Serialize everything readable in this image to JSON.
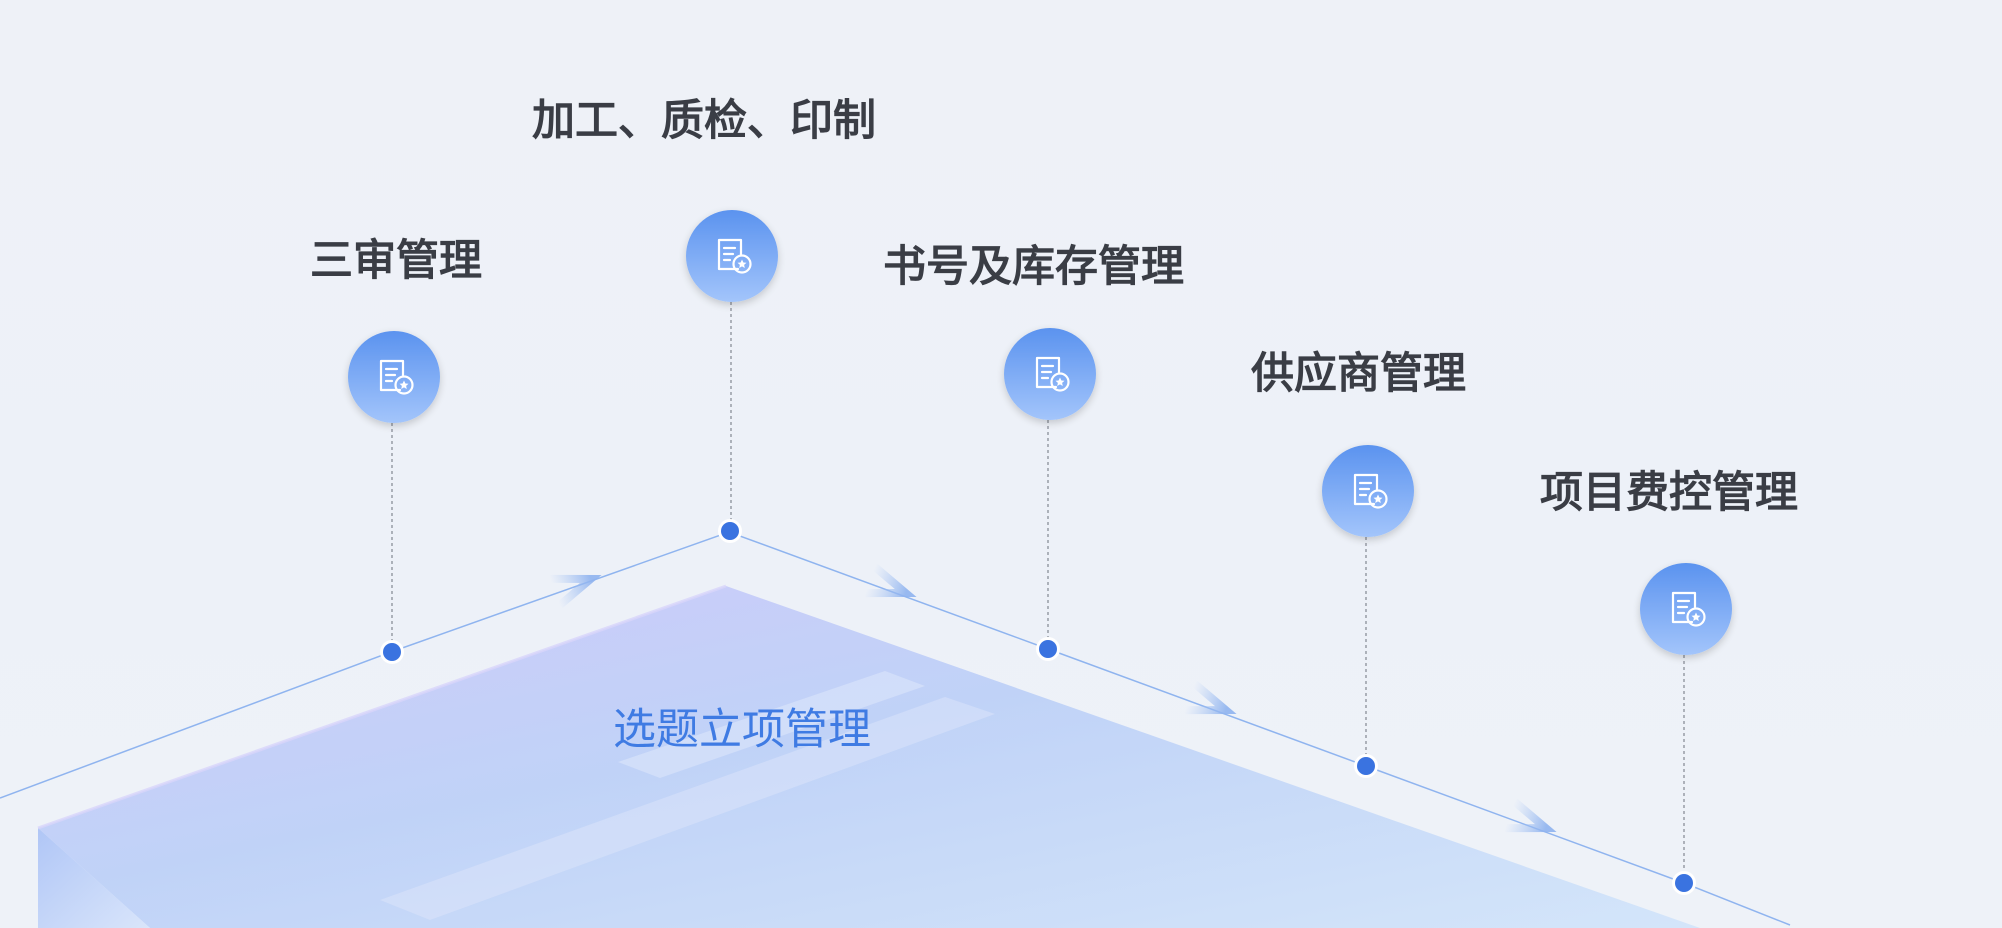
{
  "diagram": {
    "base_label": "选题立项管理",
    "steps": [
      {
        "label": "三审管理",
        "icon": "document-badge-icon"
      },
      {
        "label": "加工、质检、印制",
        "icon": "document-badge-icon"
      },
      {
        "label": "书号及库存管理",
        "icon": "document-badge-icon"
      },
      {
        "label": "供应商管理",
        "icon": "document-badge-icon"
      },
      {
        "label": "项目费控管理",
        "icon": "document-badge-icon"
      }
    ],
    "colors": {
      "accent": "#3a73e0",
      "icon_circle_top": "#5b93ef",
      "icon_circle_bottom": "#a3c5fb",
      "title_text": "#3a3d45",
      "base_text": "#3f7be3",
      "path_line": "#8fb4ef"
    }
  }
}
